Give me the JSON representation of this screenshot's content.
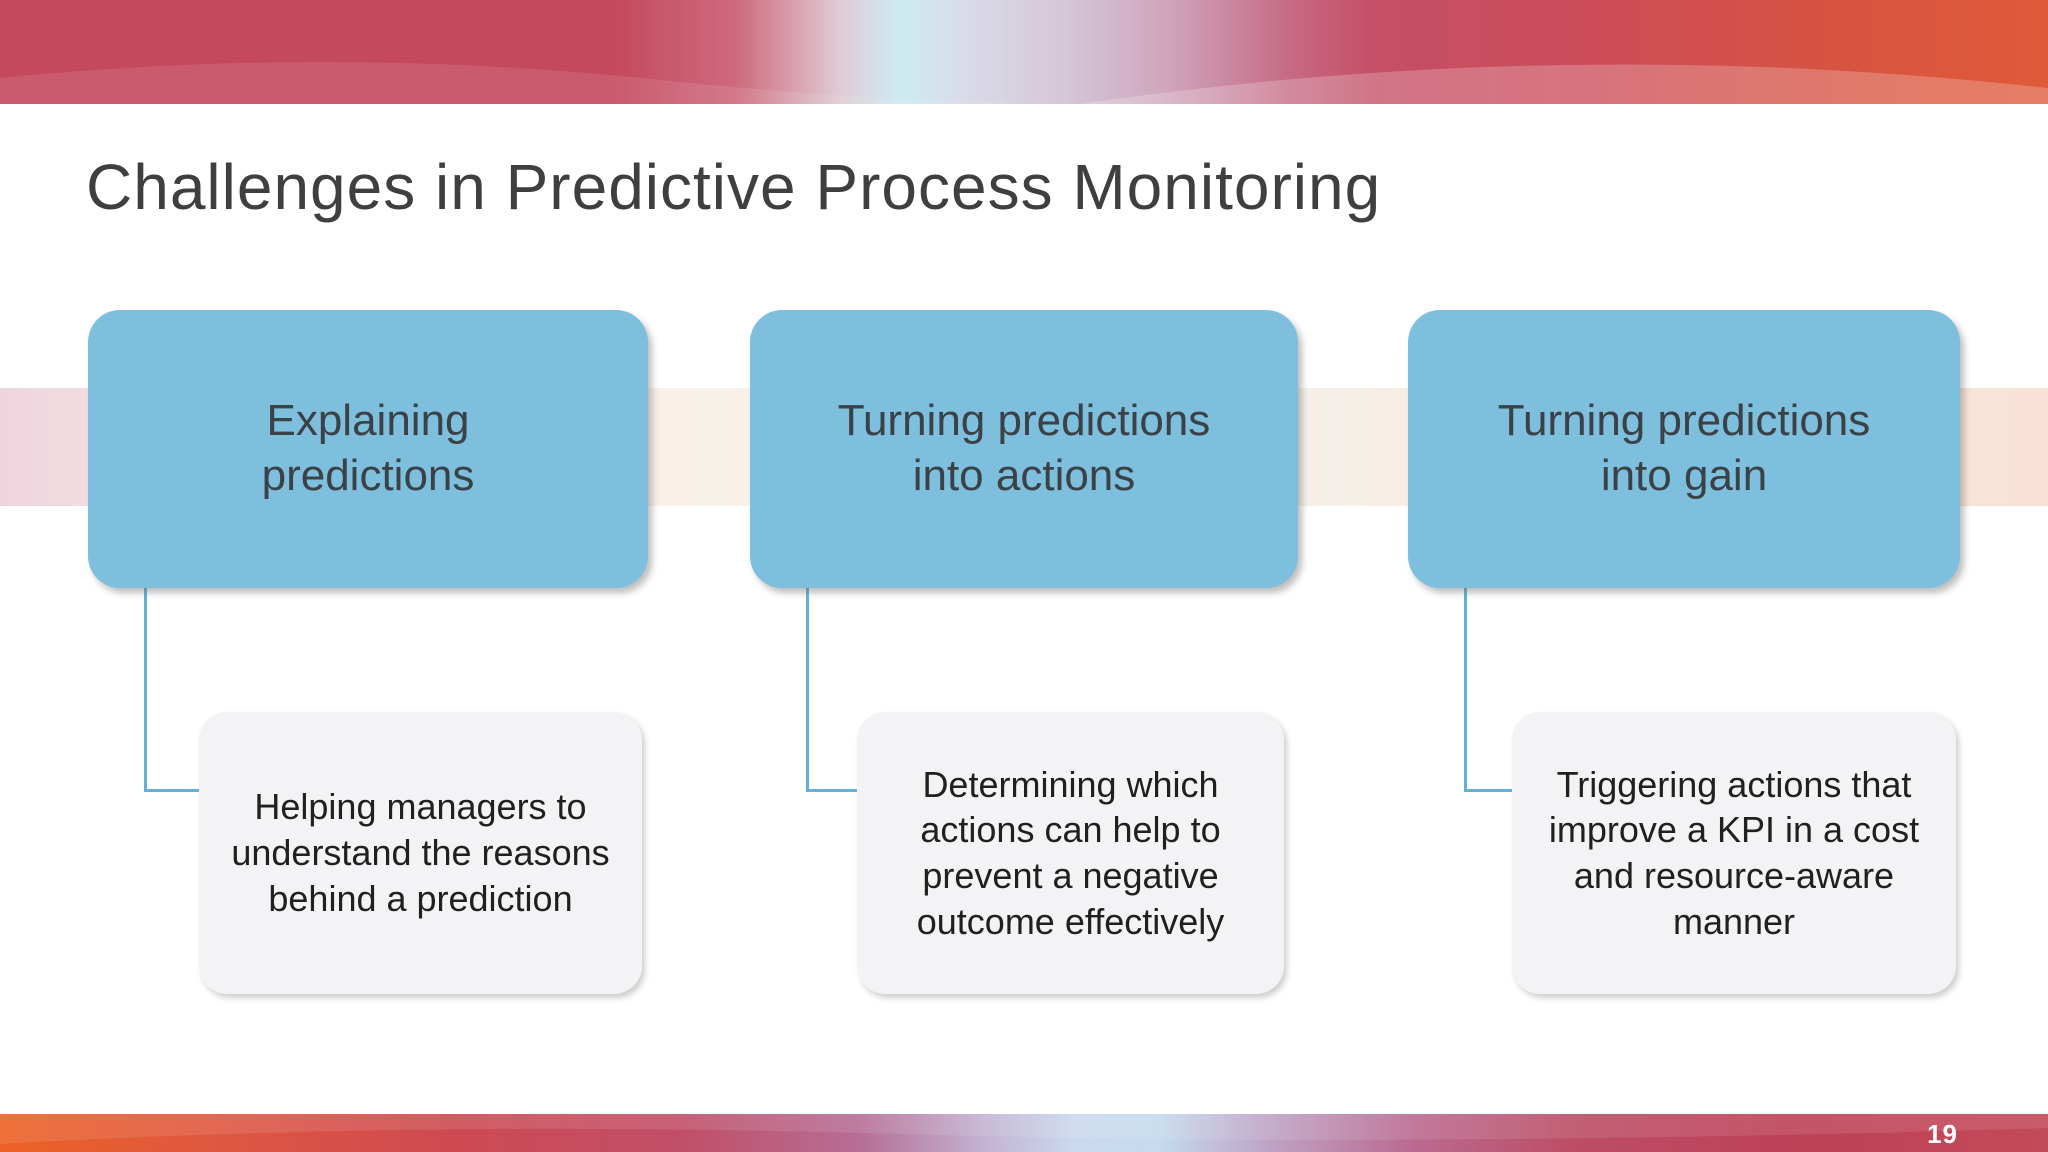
{
  "slide": {
    "title": "Challenges in Predictive Process Monitoring",
    "page_number": "19"
  },
  "diagram": {
    "type": "hierarchy-list",
    "columns": [
      {
        "challenge": "Explaining predictions",
        "detail": "Helping managers to understand the reasons behind a prediction"
      },
      {
        "challenge": "Turning predictions into actions",
        "detail": "Determining which actions can help to prevent a negative outcome effectively"
      },
      {
        "challenge": "Turning predictions into gain",
        "detail": "Triggering actions that improve a KPI in a cost and resource-aware manner"
      }
    ]
  },
  "colors": {
    "challenge_box_fill": "#7DBFDC",
    "connector_blue": "#63B1D8",
    "detail_box_fill": "#F3F2F4",
    "title_text": "#3F3F42",
    "box_text": "#3A4147",
    "detail_text": "#202020",
    "band_crimson": "#C4495C",
    "band_orange": "#EC6124",
    "page_number_text": "#FFFFFF"
  }
}
